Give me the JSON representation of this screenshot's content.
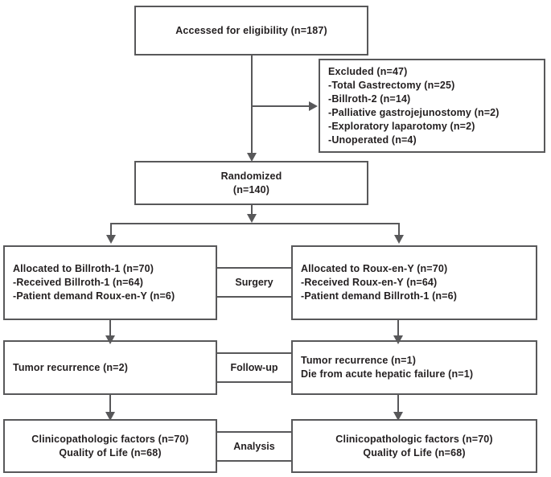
{
  "diagram": {
    "title": "CONSORT-style patient flow diagram",
    "line_color": "#58585a",
    "text_color": "#231f20",
    "background": "#ffffff"
  },
  "nodes": {
    "assessed": {
      "lines": [
        "Accessed for eligibility (n=187)"
      ]
    },
    "excluded": {
      "lines": [
        " Excluded (n=47)",
        "-Total Gastrectomy (n=25)",
        "-Billroth-2 (n=14)",
        "-Palliative gastrojejunostomy (n=2)",
        "-Exploratory laparotomy (n=2)",
        "-Unoperated (n=4)"
      ]
    },
    "randomized": {
      "lines": [
        "Randomized",
        "(n=140)"
      ]
    },
    "allocated_left": {
      "lines": [
        " Allocated to Billroth-1 (n=70)",
        "-Received Billroth-1 (n=64)",
        "-Patient demand Roux-en-Y (n=6)"
      ]
    },
    "allocated_right": {
      "lines": [
        " Allocated to Roux-en-Y (n=70)",
        "-Received Roux-en-Y (n=64)",
        "-Patient demand Billroth-1 (n=6)"
      ]
    },
    "followup_left": {
      "lines": [
        "Tumor recurrence (n=2)"
      ]
    },
    "followup_right": {
      "lines": [
        "Tumor recurrence (n=1)",
        "Die from acute hepatic failure (n=1)"
      ]
    },
    "analysis_left": {
      "lines": [
        "Clinicopathologic factors  (n=70)",
        "Quality of Life (n=68)"
      ]
    },
    "analysis_right": {
      "lines": [
        "Clinicopathologic factors (n=70)",
        "Quality of Life (n=68)"
      ]
    }
  },
  "stage_labels": {
    "surgery": "Surgery",
    "followup": "Follow-up",
    "analysis": "Analysis"
  }
}
